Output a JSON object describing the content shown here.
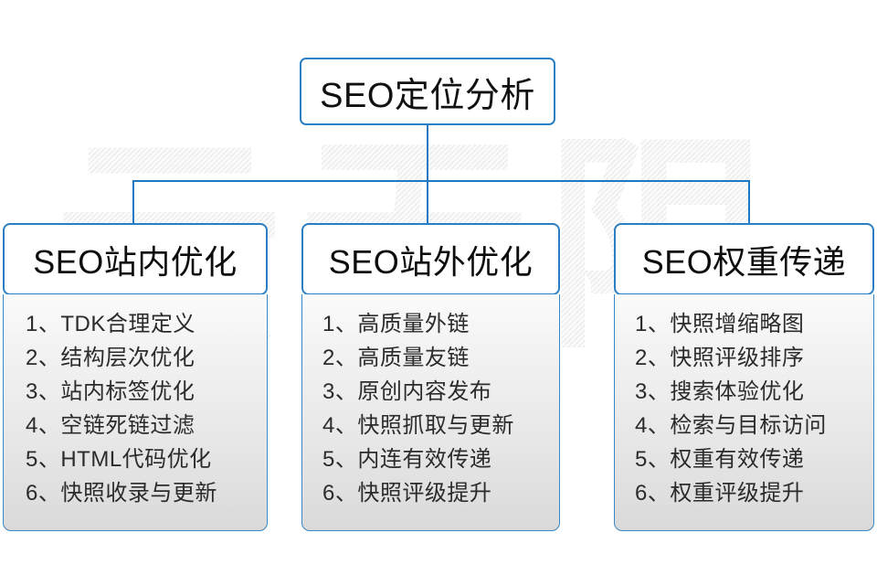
{
  "diagram": {
    "title_watermark": "云无限",
    "colors": {
      "border_blue": "#2a7fc4",
      "connector_blue": "#1f78c1",
      "body_gray": "#e3e3e3",
      "text_dark": "#111111"
    },
    "root": {
      "label": "SEO定位分析"
    },
    "columns": [
      {
        "header": "SEO站内优化",
        "items": [
          "1、TDK合理定义",
          "2、结构层次优化",
          "3、站内标签优化",
          "4、空链死链过滤",
          "5、HTML代码优化",
          "6、快照收录与更新"
        ]
      },
      {
        "header": "SEO站外优化",
        "items": [
          "1、高质量外链",
          "2、高质量友链",
          "3、原创内容发布",
          "4、快照抓取与更新",
          "5、内连有效传递",
          "6、快照评级提升"
        ]
      },
      {
        "header": "SEO权重传递",
        "items": [
          "1、快照增缩略图",
          "2、快照评级排序",
          "3、搜索体验优化",
          "4、检索与目标访问",
          "5、权重有效传递",
          "6、权重评级提升"
        ]
      }
    ]
  }
}
